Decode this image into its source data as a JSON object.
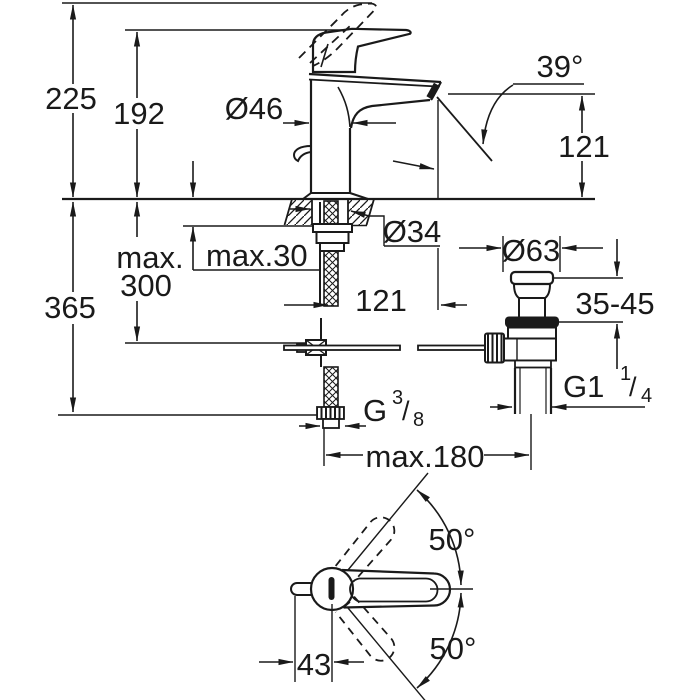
{
  "drawing": {
    "type": "technical-dimension-drawing",
    "colors": {
      "line": "#1a1a1a",
      "background": "#ffffff"
    },
    "labels": {
      "height_overall": "225",
      "height_to_lever": "192",
      "body_diameter": "Ø46",
      "spout_angle": "39°",
      "spout_outlet_height": "121",
      "hole_diameter": "Ø34",
      "deck_thickness": "max.30",
      "pull_rod_line1": "max.",
      "pull_rod_line2": "300",
      "hose_length": "365",
      "spout_projection": "121",
      "waste_flange_diameter": "Ø63",
      "basin_thickness_range": "35-45",
      "supply_thread": {
        "base": "G",
        "sup": "3",
        "slash": "/",
        "sub": "8"
      },
      "waste_thread": {
        "base": "G1",
        "sup": "1",
        "slash": "/",
        "sub": "4"
      },
      "max_hose_waste_distance": "max.180",
      "handle_swing_up": "50°",
      "handle_swing_down": "50°",
      "handle_rear_offset": "43"
    }
  }
}
